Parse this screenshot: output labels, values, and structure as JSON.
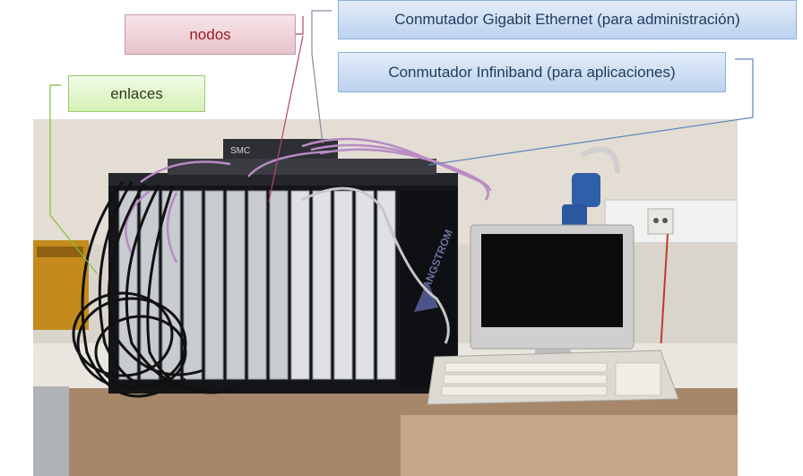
{
  "labels": {
    "nodos": "nodos",
    "enlaces": "enlaces",
    "gigabit": "Conmutador Gigabit Ethernet (para administración)",
    "infiniband": "Conmutador Infiniband (para aplicaciones)"
  },
  "photo": {
    "rack_brand": "ANGSTROM",
    "switch_brand": "SMC"
  },
  "colors": {
    "nodos_text": "#9a1d23",
    "enlaces_text": "#2d3a1a",
    "switch_text": "#1f3b5c",
    "gigabit_line": "#7f8ea3",
    "infiniband_line": "#5f87b8",
    "enlaces_line": "#7fbf3f",
    "nodos_line": "#b1456c"
  }
}
